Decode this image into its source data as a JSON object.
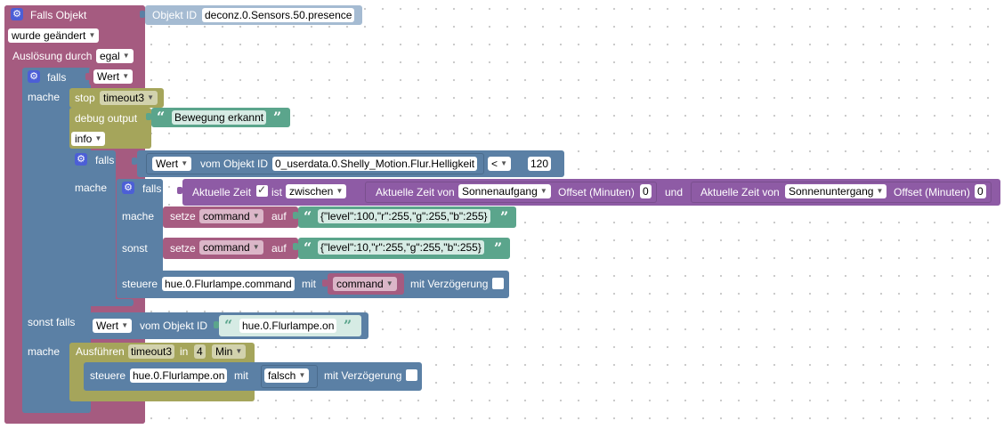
{
  "event": {
    "title": "Falls Objekt",
    "object_id_label": "Objekt ID",
    "object_id": "deconz.0.Sensors.50.presence",
    "change_mode": "wurde geändert",
    "trigger_label": "Auslösung durch",
    "trigger_value": "egal"
  },
  "if1": {
    "falls": "falls",
    "cond_value": "Wert",
    "mache": "mache",
    "stop_label": "stop",
    "stop_value": "timeout3",
    "debug_label": "debug output",
    "debug_text": "Bewegung erkannt",
    "debug_level": "info",
    "sonst_falls": "sonst falls",
    "mache2": "mache"
  },
  "if2": {
    "falls": "falls",
    "value": "Wert",
    "vom_objekt": "vom Objekt ID",
    "object_id": "0_userdata.0.Shelly_Motion.Flur.Helligkeit",
    "operator": "<",
    "number": "120",
    "mache": "mache"
  },
  "if3": {
    "falls": "falls",
    "aktuelle_zeit": "Aktuelle Zeit",
    "ist": "ist",
    "zwischen": "zwischen",
    "zeit_von_1": "Aktuelle Zeit von",
    "sonnenaufgang": "Sonnenaufgang",
    "offset_1": "Offset (Minuten)",
    "offset_val_1": "0",
    "und": "und",
    "zeit_von_2": "Aktuelle Zeit von",
    "sonnenuntergang": "Sonnenuntergang",
    "offset_2": "Offset (Minuten)",
    "offset_val_2": "0",
    "mache": "mache",
    "sonst": "sonst",
    "setze1": "setze",
    "var1": "command",
    "auf1": "auf",
    "json1": "{\"level\":100,\"r\":255,\"g\":255,\"b\":255}",
    "setze2": "setze",
    "var2": "command",
    "auf2": "auf",
    "json2": "{\"level\":10,\"r\":255,\"g\":255,\"b\":255}"
  },
  "steuere1": {
    "label": "steuere",
    "object": "hue.0.Flurlampe.command",
    "mit": "mit",
    "var": "command",
    "delay": "mit Verzögerung"
  },
  "elseif": {
    "value": "Wert",
    "vom_objekt": "vom Objekt ID",
    "object": "hue.0.Flurlampe.on"
  },
  "timeout": {
    "label": "Ausführen",
    "name": "timeout3",
    "in": "in",
    "amount": "4",
    "unit": "Min"
  },
  "steuere2": {
    "label": "steuere",
    "object": "hue.0.Flurlampe.on",
    "mit": "mit",
    "value": "falsch",
    "delay": "mit Verzögerung"
  },
  "colors": {
    "event": "#a55b80",
    "logic": "#5b80a5",
    "control": "#a5a55b",
    "text": "#5ba58c",
    "variable": "#a55b80",
    "time": "#8e5ba5",
    "setter": "#a65c81"
  }
}
